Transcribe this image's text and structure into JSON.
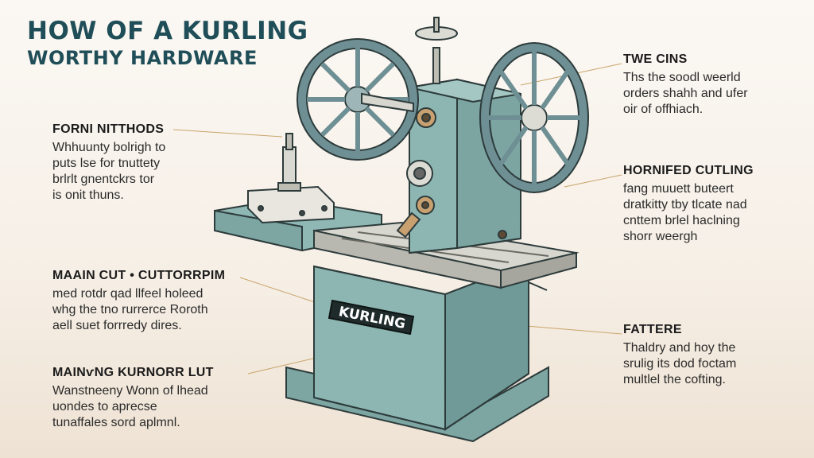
{
  "title": {
    "line1": "HOW OF A KURLING",
    "line2": "WORTHY HARDWARE"
  },
  "machine_label": "KURLING",
  "annotations": {
    "left": [
      {
        "heading": "FORNI NITTHODS",
        "body": "Whhuunty bolrigh to\nputs lѕe for tnuttety\nbrlrlt gnentckrs tor\nis onit thuns."
      },
      {
        "heading": "MAAIN CUT • CUTTORRPIM",
        "body": "med rotdr qad llfeel holeed\nwhg the tno rurrerce Roroth\naell suet forrredy dires."
      },
      {
        "heading": "MAINѵNG KURNORR LUT",
        "body": "Wanstneeny Wonn  of lhead\nuondes to aprecse\ntunaffales sord aplmnl."
      }
    ],
    "right": [
      {
        "heading": "TWE CINS",
        "body": "Ths the soodl weerld\norders shahh and ufer\noir of offhiach."
      },
      {
        "heading": "HORNIFED CUTLING",
        "body": "fang muuett buteert\ndratkitty tby tlcate nad\ncnttem brlel haclning\nshorr weergh"
      },
      {
        "heading": "FATTERE",
        "body": "Thaldry and hoy the\nsrulig its dod foctam\nmultlel the cofting."
      }
    ]
  },
  "colors": {
    "title": "#1f4e58",
    "machine": "#8fb8b4",
    "machine_dark": "#5d8c8a",
    "wheel": "#6e9095",
    "leader": "#c9a46a"
  }
}
